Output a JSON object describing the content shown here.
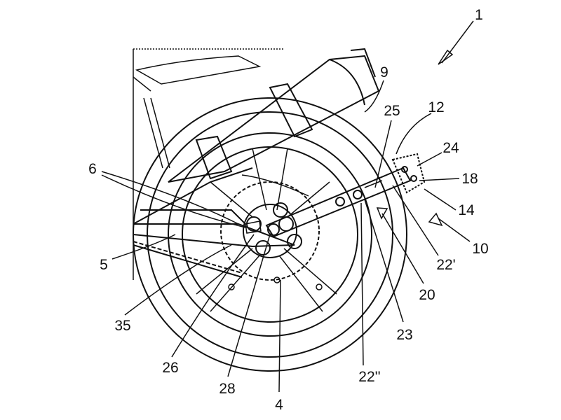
{
  "figure": {
    "labels": {
      "l1": "1",
      "l9": "9",
      "l25": "25",
      "l12": "12",
      "l24": "24",
      "l18": "18",
      "l14": "14",
      "l10": "10",
      "l22p": "22'",
      "l20": "20",
      "l23": "23",
      "l22pp": "22''",
      "l4": "4",
      "l28": "28",
      "l26": "26",
      "l35": "35",
      "l5": "5",
      "l6": "6"
    },
    "line_color": "#111111"
  }
}
